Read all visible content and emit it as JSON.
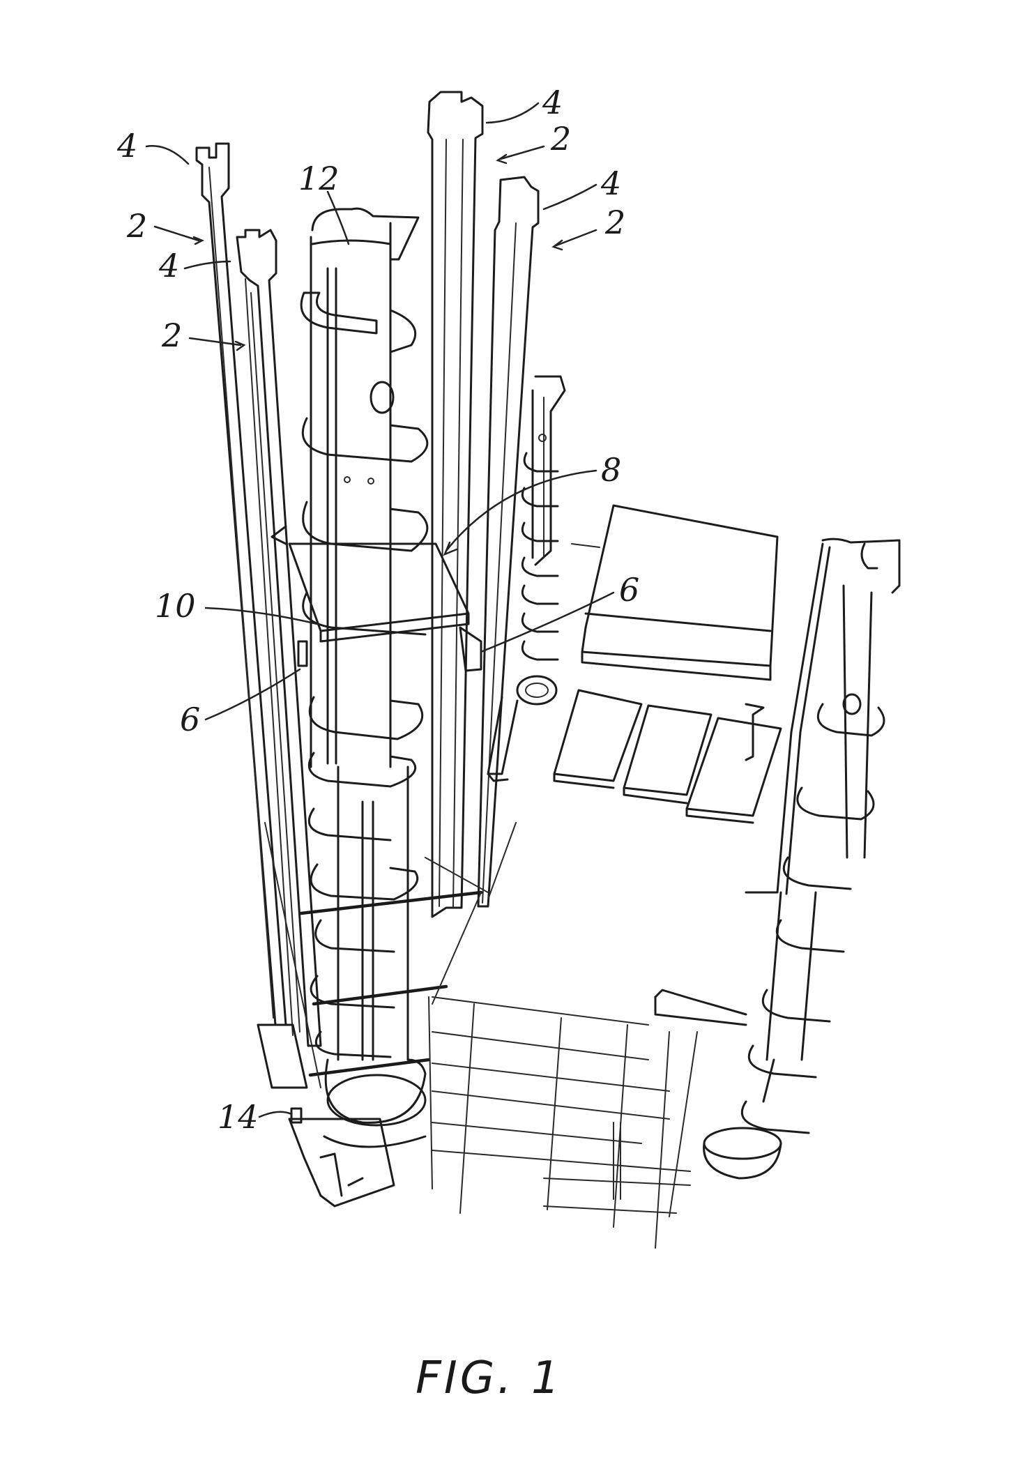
{
  "figure": {
    "caption": "FIG. 1",
    "reference_numerals": {
      "rail_top_left": "4",
      "rail_arrow_left": "2",
      "rail_top_mid_left": "4",
      "rail_arrow_mid_left": "2",
      "rail_top_center": "4",
      "rail_arrow_center": "2",
      "rail_top_right": "4",
      "rail_arrow_right": "2",
      "drill_head": "12",
      "carriage": "8",
      "platform": "10",
      "guide_left": "6",
      "guide_right": "6",
      "base": "14"
    }
  }
}
